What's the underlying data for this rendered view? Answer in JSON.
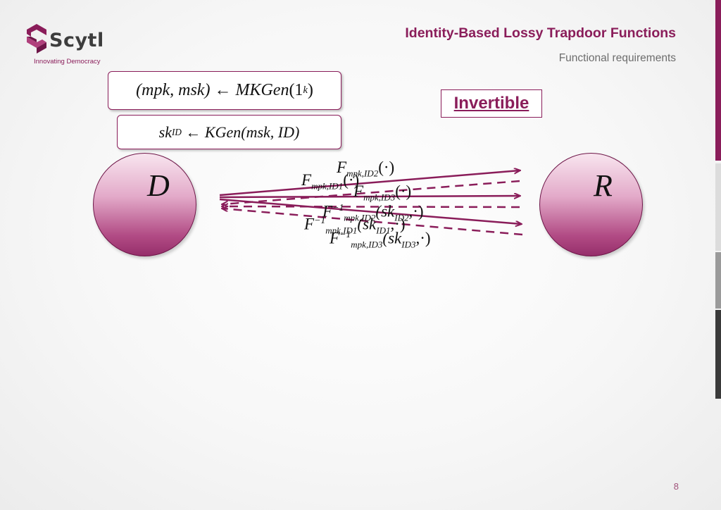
{
  "logo": {
    "word": "Scytl",
    "tagline": "Innovating Democracy"
  },
  "header": {
    "title": "Identity-Based Lossy Trapdoor Functions",
    "subtitle": "Functional requirements"
  },
  "keygen": {
    "master_left": "(mpk, msk) ← ",
    "master_fn": "MKGen",
    "master_arg_open": "(1",
    "master_exp": "k",
    "master_arg_close": ")",
    "user_sk": "sk",
    "user_sub": "ID",
    "user_rest": " ← KGen(msk, ID)"
  },
  "label": {
    "text": "Invertible"
  },
  "nodes": {
    "sender": "D",
    "receiver": "R"
  },
  "functions": [
    {
      "main": "F",
      "sub": "mpk,ID2",
      "arg": "(·)"
    },
    {
      "main": "F",
      "sub": "mpk,ID1",
      "arg": "(·)"
    },
    {
      "main": "F",
      "sub": "mpk,ID3",
      "arg": "(·)"
    },
    {
      "main": "F",
      "sup": "−1",
      "sub": "mpk,ID2",
      "arg": "(sk",
      "argsub": "ID2",
      "argend": ",·)"
    },
    {
      "main": "F",
      "sup": "−1",
      "sub": "mpk,ID1",
      "arg": "(sk",
      "argsub": "ID1",
      "argend": ",·)"
    },
    {
      "main": "F",
      "sup": "−1",
      "sub": "mpk,ID3",
      "arg": "(sk",
      "argsub": "ID3",
      "argend": ",·)"
    }
  ],
  "page_number": "8",
  "colors": {
    "accent": "#8a1d5a",
    "text_gray": "#6d6d6d"
  }
}
